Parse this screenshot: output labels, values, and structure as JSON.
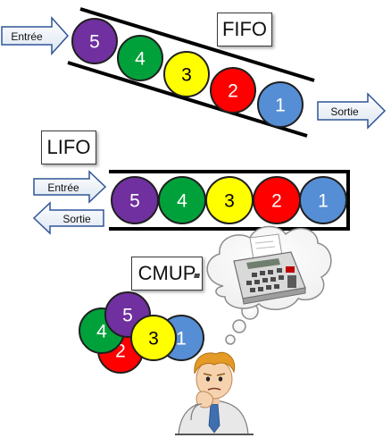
{
  "fifo": {
    "title": "FIFO",
    "entry_label": "Entrée",
    "exit_label": "Sortie",
    "balls": [
      {
        "label": "5",
        "color": "#7030a0"
      },
      {
        "label": "4",
        "color": "#00a13a"
      },
      {
        "label": "3",
        "color": "#ffff00"
      },
      {
        "label": "2",
        "color": "#ff0000"
      },
      {
        "label": "1",
        "color": "#558ed5"
      }
    ]
  },
  "lifo": {
    "title": "LIFO",
    "entry_label": "Entrée",
    "exit_label": "Sortie",
    "balls": [
      {
        "label": "5",
        "color": "#7030a0"
      },
      {
        "label": "4",
        "color": "#00a13a"
      },
      {
        "label": "3",
        "color": "#ffff00"
      },
      {
        "label": "2",
        "color": "#ff0000"
      },
      {
        "label": "1",
        "color": "#558ed5"
      }
    ]
  },
  "cmup": {
    "title": "CMUP",
    "balls": [
      {
        "label": "1",
        "color": "#558ed5"
      },
      {
        "label": "2",
        "color": "#ff0000"
      },
      {
        "label": "4",
        "color": "#00a13a"
      },
      {
        "label": "5",
        "color": "#7030a0"
      },
      {
        "label": "3",
        "color": "#ffff00"
      }
    ],
    "thought_icon": "calculator-icon",
    "person_icon": "thinking-person-icon"
  }
}
